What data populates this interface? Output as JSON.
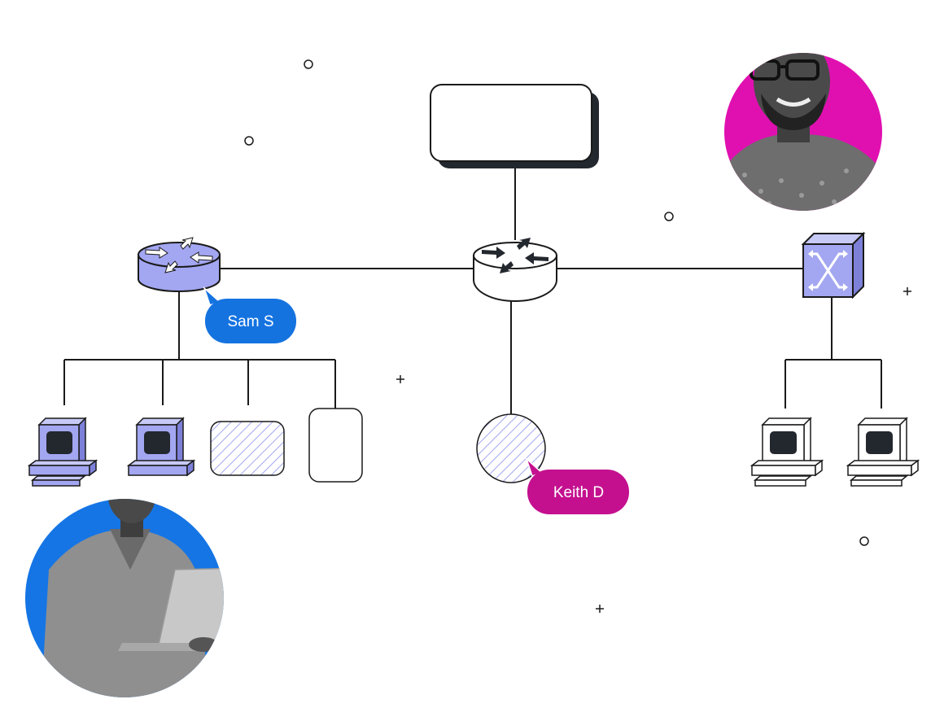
{
  "colors": {
    "accent_lavender": "#a3a6f0",
    "cursor_blue": "#1573e0",
    "cursor_magenta": "#c4108f",
    "avatar_magenta_bg": "#e010b0",
    "avatar_blue_bg": "#1575e5",
    "line": "#1a1a1a",
    "dark_shadow": "#23272e"
  },
  "collaborators": [
    {
      "name": "Sam S",
      "color": "#1573e0"
    },
    {
      "name": "Keith D",
      "color": "#c4108f"
    }
  ],
  "icons": [
    "router-icon",
    "switch-icon",
    "desktop-computer-icon",
    "server-box",
    "cursor-pointer-icon",
    "user-avatar"
  ]
}
